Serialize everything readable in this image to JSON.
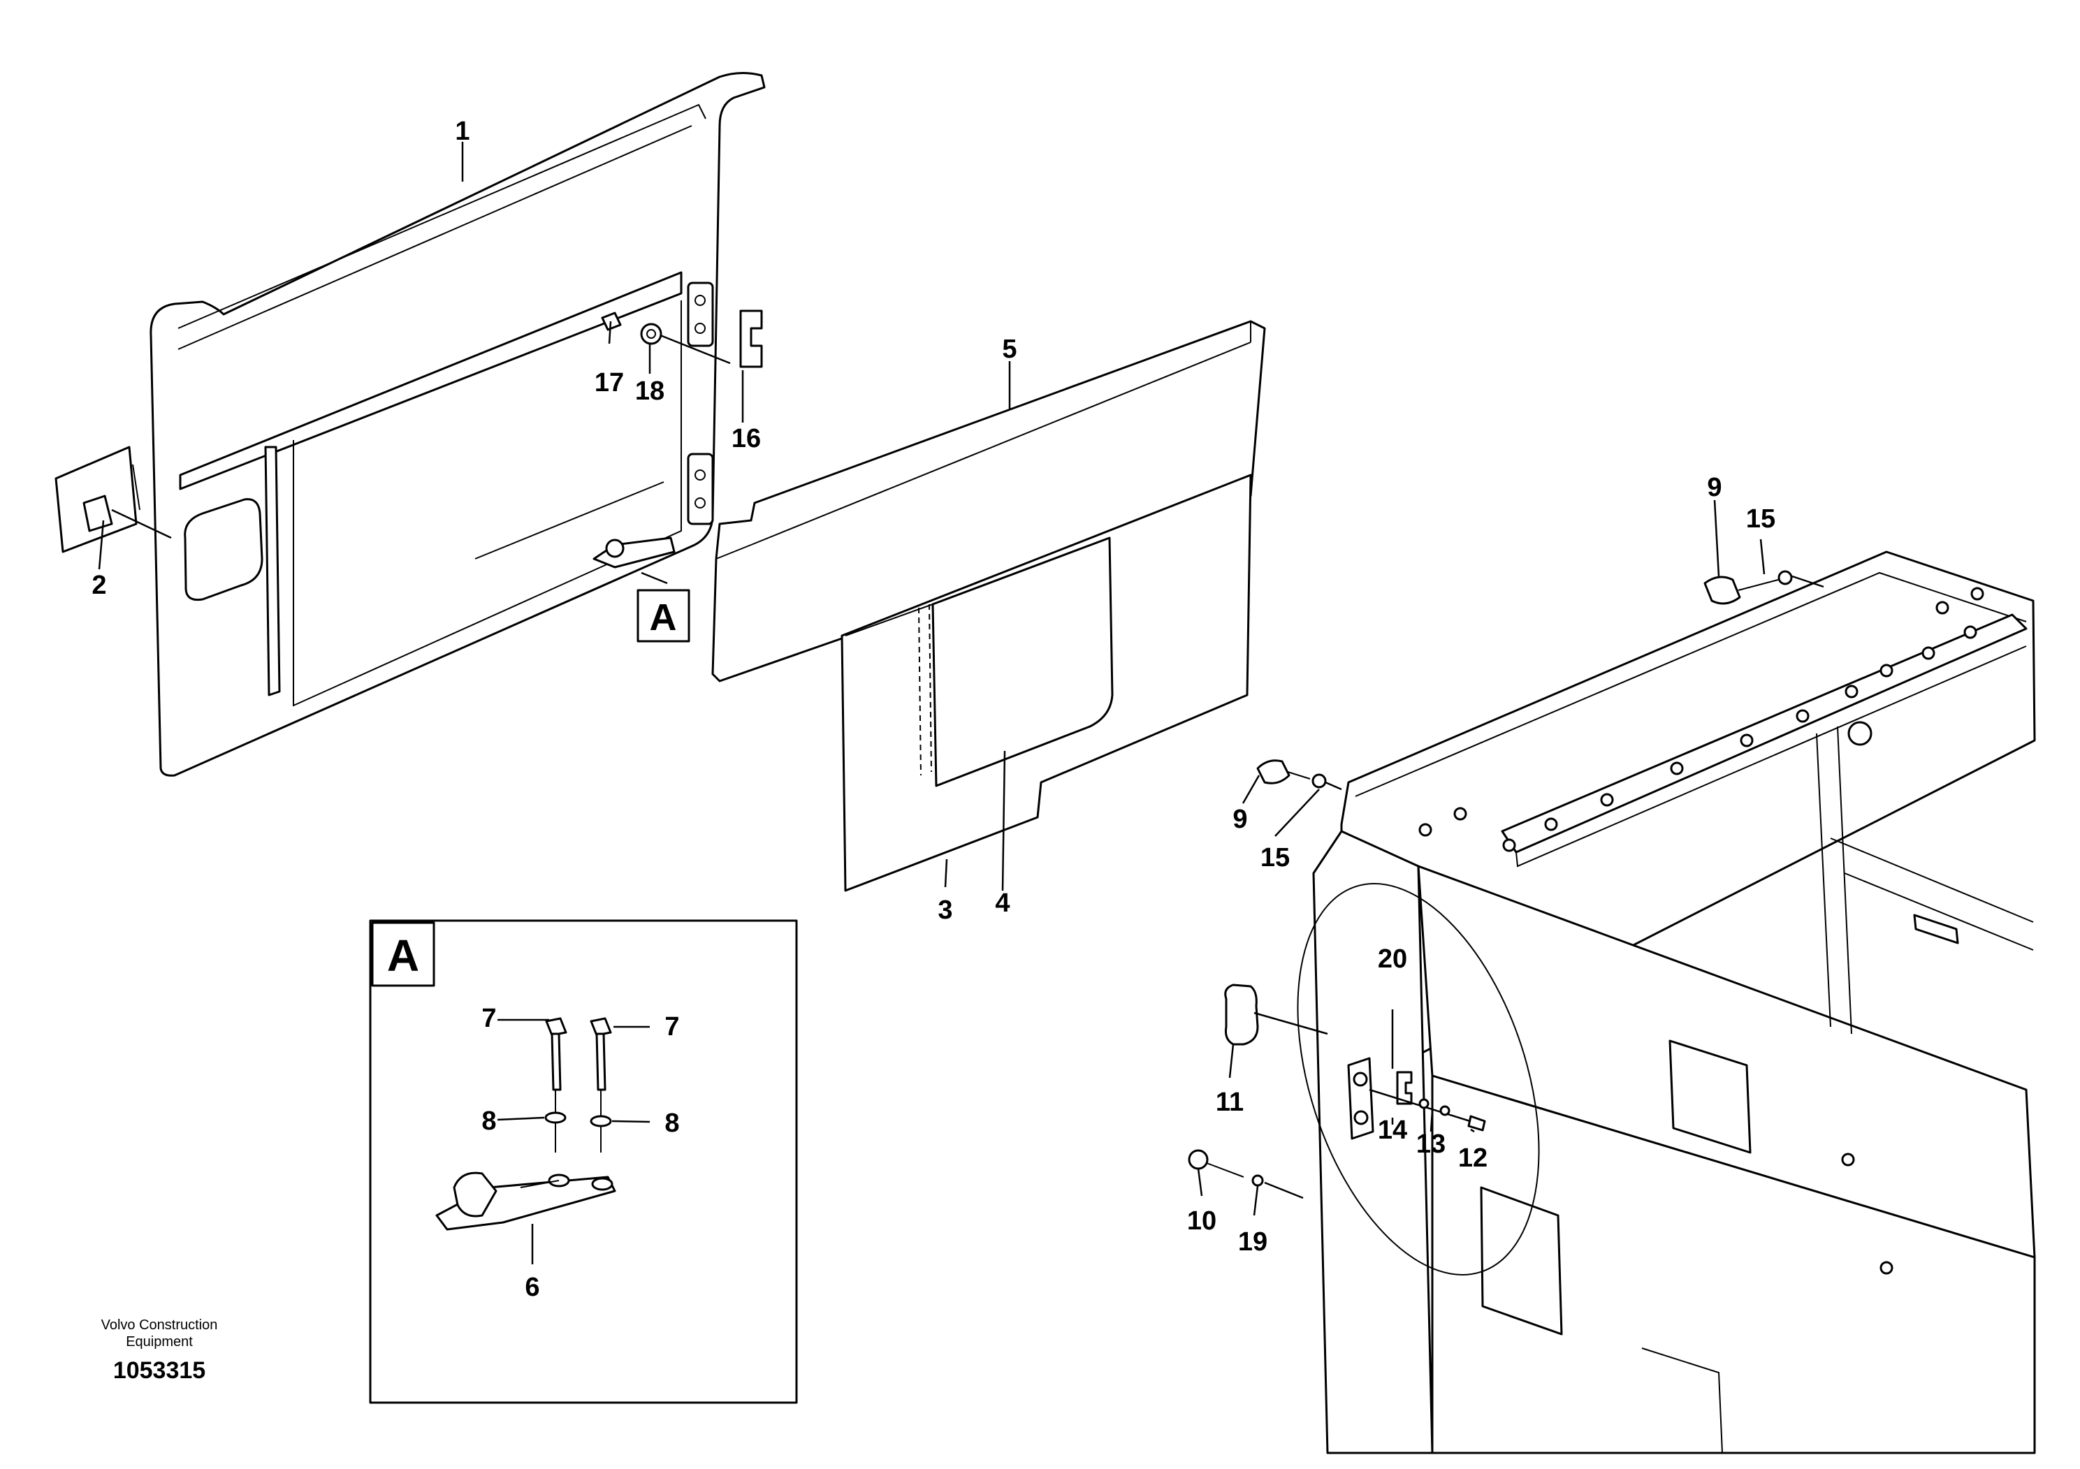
{
  "callouts": {
    "c1": "1",
    "c2": "2",
    "c3": "3",
    "c4": "4",
    "c5": "5",
    "c6": "6",
    "c7a": "7",
    "c7b": "7",
    "c8a": "8",
    "c8b": "8",
    "c9a": "9",
    "c9b": "9",
    "c10": "10",
    "c11": "11",
    "c12": "12",
    "c13": "13",
    "c14": "14",
    "c15a": "15",
    "c15b": "15",
    "c16": "16",
    "c17": "17",
    "c18": "18",
    "c19": "19",
    "c20": "20"
  },
  "detail_marker": "A",
  "detail_title": "A",
  "caption": {
    "line1": "Volvo Construction",
    "line2": "Equipment",
    "doc_number": "1053315"
  }
}
